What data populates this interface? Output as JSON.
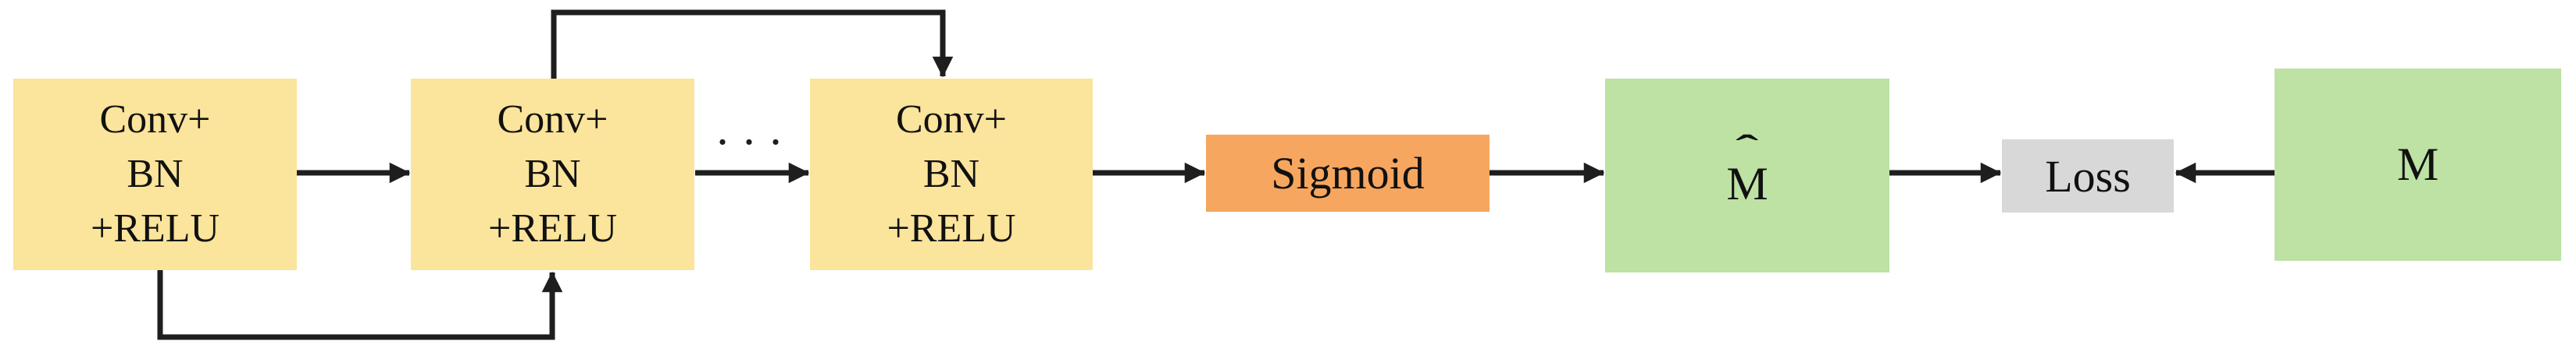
{
  "diagram": {
    "blocks": {
      "conv1": {
        "lines": [
          "Conv+",
          "BN",
          "+RELU"
        ]
      },
      "conv2": {
        "lines": [
          "Conv+",
          "BN",
          "+RELU"
        ]
      },
      "conv3": {
        "lines": [
          "Conv+",
          "BN",
          "+RELU"
        ]
      },
      "sigmoid": {
        "label": "Sigmoid"
      },
      "m_hat": {
        "hat": "ˆ",
        "base": "M"
      },
      "loss": {
        "label": "Loss"
      },
      "m": {
        "label": "M"
      }
    },
    "ellipsis": "∙ ∙ ∙",
    "colors": {
      "conv_fill": "#FBE49B",
      "sigmoid_fill": "#F6A65F",
      "output_fill": "#BDE2A4",
      "loss_fill": "#D8D8D8",
      "connector": "#1E1E1E"
    }
  }
}
